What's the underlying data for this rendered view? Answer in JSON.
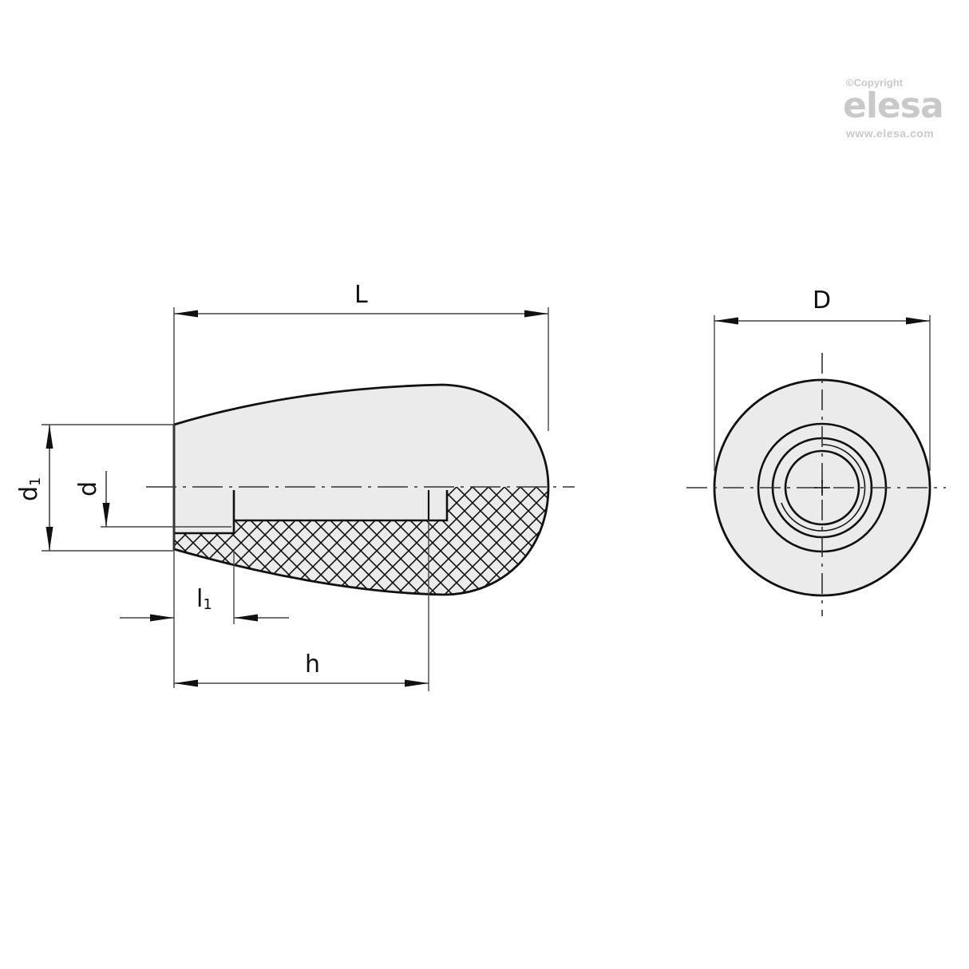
{
  "watermark": {
    "copyright": "©Copyright",
    "brand": "elesa",
    "url": "www.elesa.com",
    "color": "#c9c9c9"
  },
  "drawing": {
    "type": "technical-drawing",
    "subject": "tapered knob, side section view and end view",
    "colors": {
      "line": "#111111",
      "fill": "#ebebeb",
      "dimension": "#333333"
    },
    "side_view": {
      "dimensions": {
        "L": {
          "label": "L"
        },
        "d1": {
          "label": "d",
          "sub": "1"
        },
        "d": {
          "label": "d"
        },
        "l1": {
          "label": "l",
          "sub": "1"
        },
        "h": {
          "label": "h"
        }
      }
    },
    "end_view": {
      "dimensions": {
        "D": {
          "label": "D"
        }
      }
    }
  }
}
